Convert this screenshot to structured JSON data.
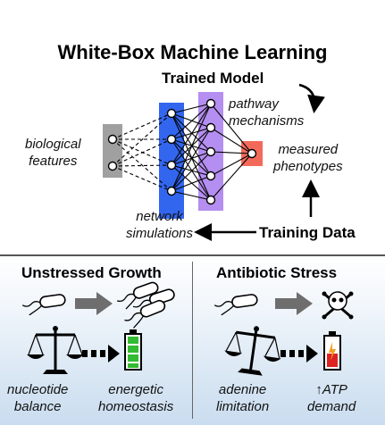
{
  "title": "White-Box Machine Learning",
  "trained_model": "Trained Model",
  "pathway": [
    "pathway",
    "mechanisms"
  ],
  "biological": [
    "biological",
    "features"
  ],
  "measured": [
    "measured",
    "phenotypes"
  ],
  "network": [
    "network",
    "simulations"
  ],
  "training_data": "Training Data",
  "unstressed": {
    "title": "Unstressed Growth",
    "label1": [
      "nucleotide",
      "balance"
    ],
    "label2": [
      "energetic",
      "homeostasis"
    ]
  },
  "antibiotic": {
    "title": "Antibiotic Stress",
    "label1": [
      "adenine",
      "limitation"
    ],
    "label2": [
      "↑ATP",
      "demand"
    ]
  },
  "colors": {
    "input_layer": "#a0a0a0",
    "hidden1": "#3366ee",
    "hidden2": "#b48ef0",
    "output": "#f46a5a",
    "battery_full": "#33bb33",
    "battery_low": "#dd2222"
  },
  "icons": [
    "bacterium-icon",
    "right-arrow-icon",
    "balance-scale-icon",
    "battery-full-icon",
    "skull-crossbones-icon",
    "battery-low-icon"
  ]
}
